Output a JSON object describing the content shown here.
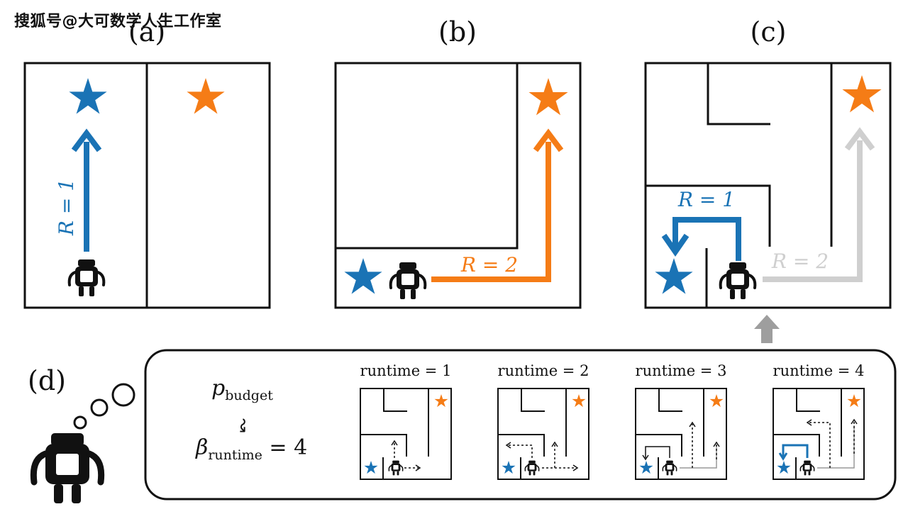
{
  "watermark": "搜狐号@大可数学人生工作室",
  "colors": {
    "blue": "#1a73b5",
    "orange": "#f57c16",
    "gray": "#cfcfcf",
    "arrowGray": "#9e9e9e",
    "ink": "#111111"
  },
  "panels": {
    "a": {
      "label": "(a)",
      "reward_label": "R = 1"
    },
    "b": {
      "label": "(b)",
      "reward_label": "R = 2"
    },
    "c": {
      "label": "(c)",
      "reward_blue": "R = 1",
      "reward_gray": "R = 2"
    },
    "d": {
      "label": "(d)",
      "p_symbol": "p",
      "p_subscript": "budget",
      "squiggle": "↝",
      "beta_symbol": "β",
      "beta_subscript": "runtime",
      "beta_value": " = 4",
      "runtimes": [
        "runtime = 1",
        "runtime = 2",
        "runtime = 3",
        "runtime = 4"
      ]
    }
  }
}
